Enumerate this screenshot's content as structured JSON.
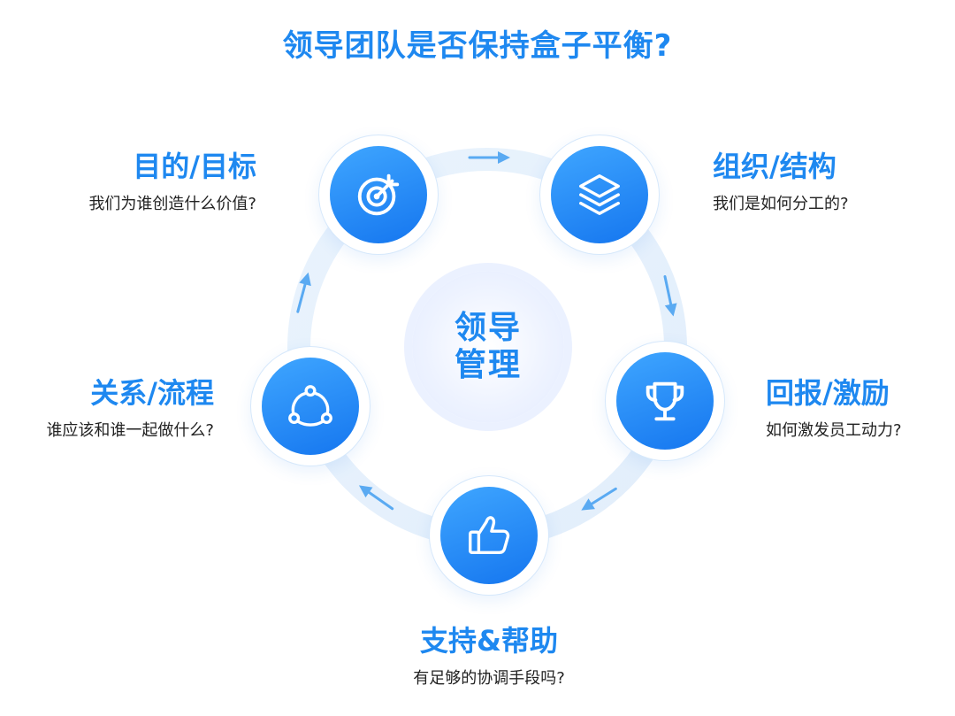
{
  "title": "领导团队是否保持盒子平衡?",
  "center": {
    "line1": "领导",
    "line2": "管理"
  },
  "nodes": [
    {
      "icon": "target-icon",
      "heading": "目的/目标",
      "question": "我们为谁创造什么价值?"
    },
    {
      "icon": "layers-icon",
      "heading": "组织/结构",
      "question": "我们是如何分工的?"
    },
    {
      "icon": "trophy-icon",
      "heading": "回报/激励",
      "question": "如何激发员工动力?"
    },
    {
      "icon": "thumbs-up-icon",
      "heading": "支持&帮助",
      "question": "有足够的协调手段吗?"
    },
    {
      "icon": "network-icon",
      "heading": "关系/流程",
      "question": "谁应该和谁一起做什么?"
    }
  ],
  "colors": {
    "accent": "#1E88F0",
    "ring": "#E6F1FC",
    "arrow": "#5AAAF2"
  }
}
